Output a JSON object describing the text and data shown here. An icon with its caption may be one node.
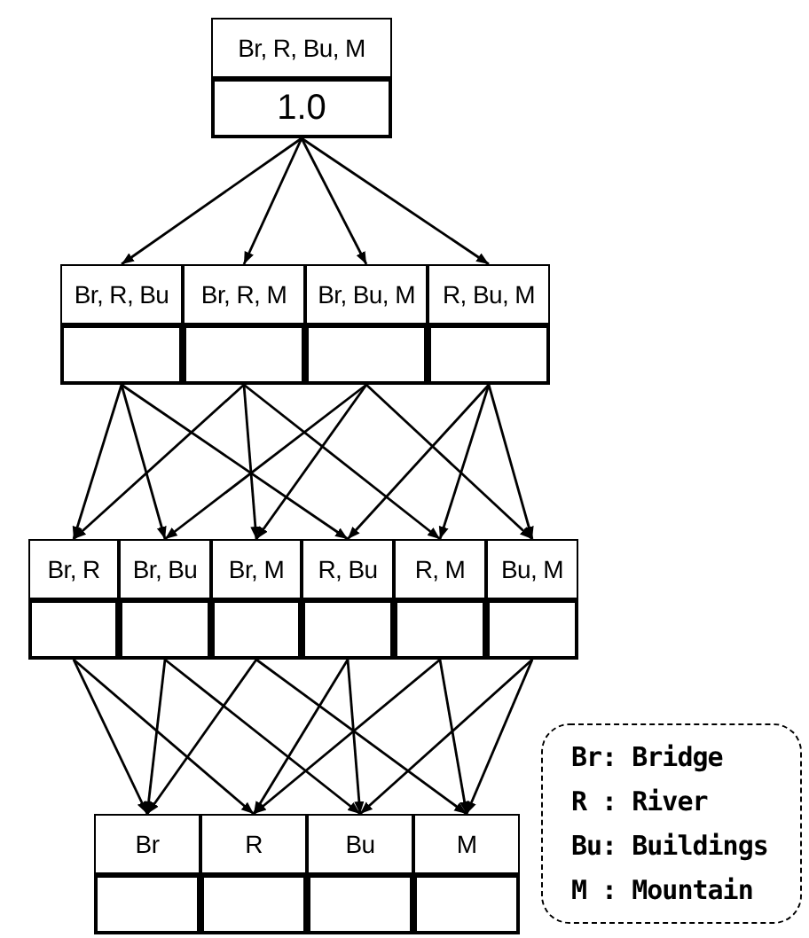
{
  "diagram": {
    "nodes": [
      {
        "text": [
          "Br, R, Bu, M",
          "1.0"
        ]
      },
      {
        "text": [
          "Br, R, Bu"
        ]
      },
      {
        "text": [
          "Br, R, M"
        ]
      },
      {
        "text": [
          "Br, Bu, M"
        ]
      },
      {
        "text": [
          "R, Bu, M"
        ]
      },
      {
        "text": [
          "Br, R"
        ]
      },
      {
        "text": [
          "Br, Bu"
        ]
      },
      {
        "text": [
          "Br, M"
        ]
      },
      {
        "text": [
          "R, Bu"
        ]
      },
      {
        "text": [
          "R, M"
        ]
      },
      {
        "text": [
          "Bu, M"
        ]
      },
      {
        "text": [
          "Br"
        ]
      },
      {
        "text": [
          "R"
        ]
      },
      {
        "text": [
          "Bu"
        ]
      },
      {
        "text": [
          "M"
        ]
      },
      {
        "text": [
          "Br: Bridge",
          "R : River",
          "Bu: Buildings",
          "M : Mountain"
        ]
      }
    ],
    "edges": [
      {
        "from": 0,
        "to": 1,
        "arrow": "to"
      },
      {
        "from": 0,
        "to": 2,
        "arrow": "to"
      },
      {
        "from": 0,
        "to": 3,
        "arrow": "to"
      },
      {
        "from": 0,
        "to": 4,
        "arrow": "to"
      },
      {
        "from": 1,
        "to": 5,
        "arrow": "to"
      },
      {
        "from": 1,
        "to": 6,
        "arrow": "to"
      },
      {
        "from": 1,
        "to": 8,
        "arrow": "to"
      },
      {
        "from": 2,
        "to": 5,
        "arrow": "to"
      },
      {
        "from": 2,
        "to": 7,
        "arrow": "to"
      },
      {
        "from": 2,
        "to": 9,
        "arrow": "to"
      },
      {
        "from": 3,
        "to": 6,
        "arrow": "to"
      },
      {
        "from": 3,
        "to": 7,
        "arrow": "to"
      },
      {
        "from": 3,
        "to": 10,
        "arrow": "to"
      },
      {
        "from": 4,
        "to": 8,
        "arrow": "to"
      },
      {
        "from": 4,
        "to": 9,
        "arrow": "to"
      },
      {
        "from": 4,
        "to": 10,
        "arrow": "to"
      },
      {
        "from": 5,
        "to": 11,
        "arrow": "to"
      },
      {
        "from": 5,
        "to": 12,
        "arrow": "to"
      },
      {
        "from": 6,
        "to": 11,
        "arrow": "to"
      },
      {
        "from": 6,
        "to": 13,
        "arrow": "to"
      },
      {
        "from": 7,
        "to": 11,
        "arrow": "to"
      },
      {
        "from": 7,
        "to": 14,
        "arrow": "to"
      },
      {
        "from": 8,
        "to": 12,
        "arrow": "to"
      },
      {
        "from": 8,
        "to": 13,
        "arrow": "to"
      },
      {
        "from": 9,
        "to": 12,
        "arrow": "to"
      },
      {
        "from": 9,
        "to": 14,
        "arrow": "to"
      },
      {
        "from": 10,
        "to": 13,
        "arrow": "to"
      },
      {
        "from": 10,
        "to": 14,
        "arrow": "to"
      }
    ]
  }
}
